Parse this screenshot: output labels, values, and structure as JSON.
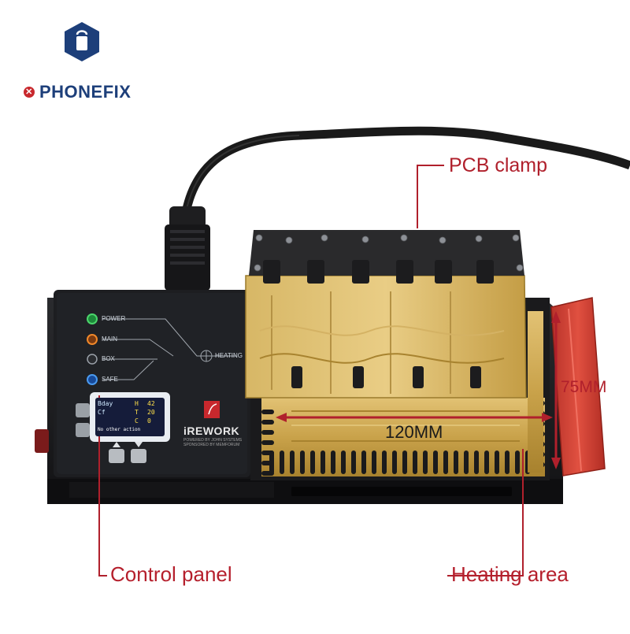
{
  "brand": {
    "name": "PHONEFIX",
    "colors": {
      "blue": "#1d3f7a",
      "red": "#c8282d"
    }
  },
  "callouts": {
    "pcb_clamp": "PCB clamp",
    "control_panel": "Control panel",
    "heating_area": "Heating area",
    "height_dim": "75MM",
    "width_dim": "120MM"
  },
  "device": {
    "name": "iREWORK",
    "tagline_1": "POWERED BY JOHN SYSTEMS",
    "tagline_2": "SPONSORED BY MEMFORUM",
    "indicators": [
      "POWER",
      "MAIN",
      "BOX",
      "SAFE"
    ],
    "heating_label": "HEATING",
    "screen": {
      "row1_left": "Bday",
      "row1_mode": "H",
      "row1_val": "42",
      "row2_left": "Cf",
      "row2_mode": "T",
      "row2_val": "20",
      "row3_mode": "C",
      "row3_val": "0",
      "status": "No other action"
    }
  },
  "colors": {
    "callout": "#b0202c",
    "brass": "#c9a24a",
    "body": "#1b1b1d",
    "handle": "#d94434"
  }
}
